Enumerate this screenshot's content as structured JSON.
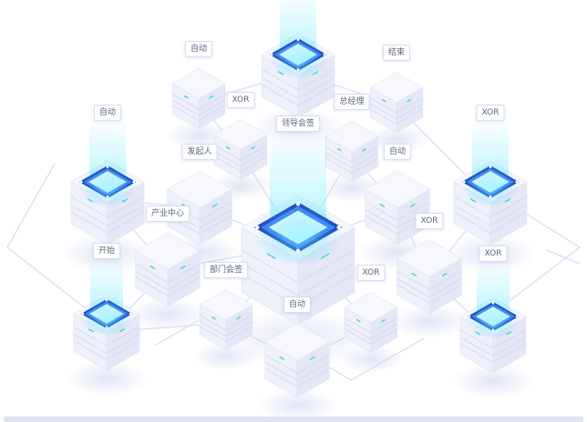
{
  "diagram": {
    "colors": {
      "line": "#d9ddf3",
      "cube_top": "#f7f8fe",
      "cube_left": "#eef0fa",
      "cube_right": "#e4e7f6",
      "frame_dark": "#1b3fb8",
      "frame_mid": "#3a78ee",
      "screen_glow": "#62e6ff",
      "led": "#3fd8c4"
    },
    "nodes": [
      {
        "id": "n1",
        "label": "",
        "type": "glow"
      },
      {
        "id": "n2",
        "label": "自动",
        "type": "plain"
      },
      {
        "id": "n3",
        "label": "结束",
        "type": "plain"
      },
      {
        "id": "n4",
        "label": "XOR",
        "type": "plain"
      },
      {
        "id": "n5",
        "label": "总经理",
        "type": "plain"
      },
      {
        "id": "n6",
        "label": "自动",
        "type": "glow"
      },
      {
        "id": "n7",
        "label": "XOR",
        "type": "glow"
      },
      {
        "id": "n8",
        "label": "发起人",
        "type": "plain"
      },
      {
        "id": "n9",
        "label": "领导会签",
        "type": "glow_big"
      },
      {
        "id": "n10",
        "label": "自动",
        "type": "plain"
      },
      {
        "id": "n11",
        "label": "产业中心",
        "type": "plain"
      },
      {
        "id": "n12",
        "label": "XOR",
        "type": "plain"
      },
      {
        "id": "n13",
        "label": "开始",
        "type": "glow"
      },
      {
        "id": "n14",
        "label": "部门会签",
        "type": "plain"
      },
      {
        "id": "n15",
        "label": "XOR",
        "type": "plain"
      },
      {
        "id": "n16",
        "label": "XOR",
        "type": "glow"
      },
      {
        "id": "n17",
        "label": "自动",
        "type": "plain"
      }
    ],
    "edges": [
      [
        "n1",
        "n2"
      ],
      [
        "n1",
        "n3"
      ],
      [
        "n2",
        "n4"
      ],
      [
        "n3",
        "n7"
      ],
      [
        "n6",
        "n8"
      ],
      [
        "n8",
        "n9"
      ],
      [
        "n4",
        "n9"
      ],
      [
        "n5",
        "n9"
      ],
      [
        "n9",
        "n10"
      ],
      [
        "n9",
        "n11"
      ],
      [
        "n9",
        "n14"
      ],
      [
        "n9",
        "n15"
      ],
      [
        "n10",
        "n12"
      ],
      [
        "n12",
        "n16"
      ],
      [
        "n13",
        "n14"
      ],
      [
        "n14",
        "n17"
      ],
      [
        "n15",
        "n17"
      ],
      [
        "n6",
        "n11"
      ],
      [
        "n7",
        "n12"
      ],
      [
        "n11",
        "n13"
      ],
      [
        "n5",
        "n10"
      ]
    ]
  }
}
